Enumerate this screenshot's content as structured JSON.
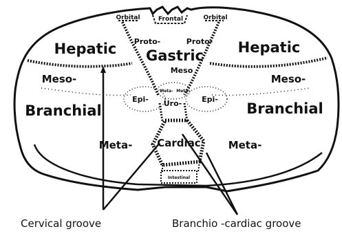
{
  "diagram": {
    "regions": {
      "frontal": "Frontal",
      "orbital_left": "Orbital",
      "orbital_right": "Orbital",
      "proto_left": "Proto-",
      "proto_right": "Proto-",
      "gastric": "Gastric",
      "hepatic_left": "Hepatic",
      "hepatic_right": "Hepatic",
      "meso_center": "Meso",
      "meso_left": "Meso-",
      "meso_right": "Meso-",
      "meta_center_left": "Meta-",
      "meta_center_right": "Meta-",
      "epi_left": "Epi-",
      "epi_right": "Epi-",
      "uro": "Uro-",
      "branchial_left": "Branchial",
      "branchial_right": "Branchial",
      "meta_left": "Meta-",
      "meta_right": "Meta-",
      "cardiac": "Cardiac",
      "intestinal": "Intestinal"
    },
    "captions": {
      "cervical_groove": "Cervical groove",
      "branchio_cardiac_groove": "Branchio -cardiac groove"
    }
  },
  "colors": {
    "ink": "#111111",
    "background": "#ffffff"
  }
}
